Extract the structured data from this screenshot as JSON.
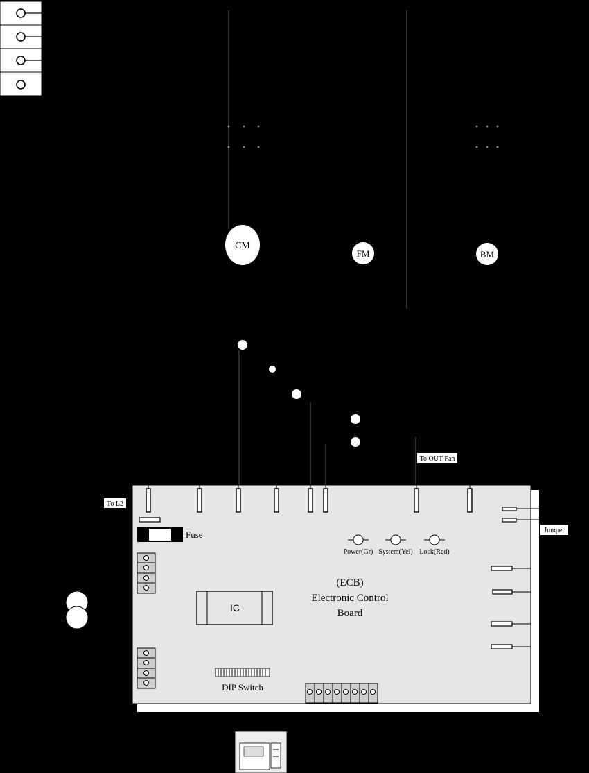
{
  "colors": {
    "background": "#000000",
    "board_fill": "#e6e6e6",
    "component_fill": "#ffffff",
    "line": "#000000"
  },
  "motors": {
    "cm": "CM",
    "fm": "FM",
    "bm": "BM"
  },
  "board": {
    "title_line1": "(ECB)",
    "title_line2": "Electronic Control",
    "title_line3": "Board",
    "ic_label": "IC",
    "fuse_label": "Fuse",
    "dip_label": "DIP Switch",
    "to_l2_label": "To L2",
    "jumper_label": "Jumper",
    "to_out_fan_label": "To OUT Fan"
  },
  "leds": [
    {
      "label": "Power(Gr)"
    },
    {
      "label": "System(Yel)"
    },
    {
      "label": "Lock(Red)"
    }
  ],
  "icons": {
    "terminal_block": "terminal-circle-icon",
    "transformer": "transformer-icon",
    "thermostat": "thermostat-icon"
  }
}
